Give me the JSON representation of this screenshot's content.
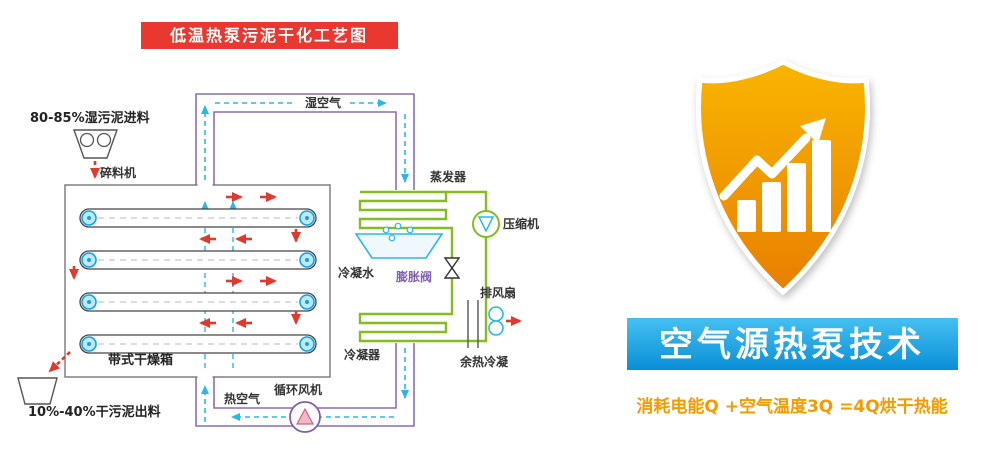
{
  "title": "低温热泵污泥干化工艺图",
  "diagram": {
    "wet_feed": "80-85%湿污泥进料",
    "crusher": "碎料机",
    "wet_air": "湿空气",
    "evaporator": "蒸发器",
    "compressor": "压缩机",
    "condensate_water": "冷凝水",
    "expansion_valve": "膨胀阀",
    "exhaust_fan": "排风扇",
    "condenser": "冷凝器",
    "waste_heat": "余热冷凝",
    "belt_dryer": "带式干燥箱",
    "hot_air": "热空气",
    "circulation_fan": "循环风机",
    "dry_output": "10%-40%干污泥出料"
  },
  "right": {
    "tech_title": "空气源热泵技术",
    "formula": "消耗电能Q +空气温度3Q =4Q烘干热能"
  },
  "colors": {
    "title_bg": "#e8382f",
    "pipe_purple": "#8a6db8",
    "coil_green": "#84bc22",
    "flow_cyan": "#2ab7e8",
    "arrow_red": "#e0392e",
    "banner_blue_top": "#45c0f2",
    "banner_blue_bottom": "#0a8ed6",
    "shield_orange_top": "#f9b502",
    "shield_orange_bottom": "#e87f04",
    "formula_orange": "#f59a00"
  }
}
